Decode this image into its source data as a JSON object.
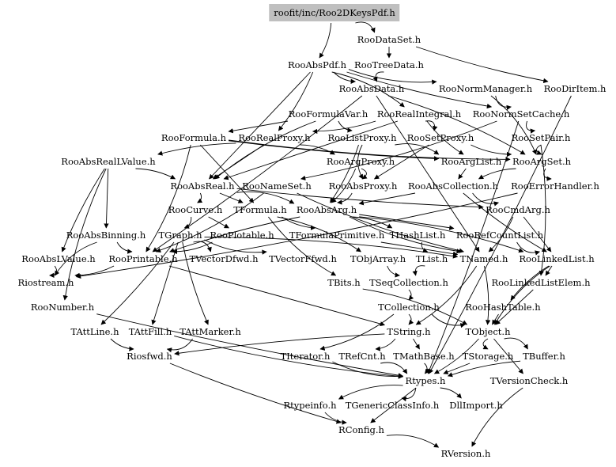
{
  "graph": {
    "root": "roofit/inc/Roo2DKeysPdf.h",
    "nodes": {
      "RooDataSet": "RooDataSet.h",
      "RooAbsPdf": "RooAbsPdf.h",
      "RooTreeData": "RooTreeData.h",
      "RooAbsData": "RooAbsData.h",
      "RooNormManager": "RooNormManager.h",
      "RooDirItem": "RooDirItem.h",
      "RooFormulaVar": "RooFormulaVar.h",
      "RooRealIntegral": "RooRealIntegral.h",
      "RooNormSetCache": "RooNormSetCache.h",
      "RooFormula": "RooFormula.h",
      "RooRealProxy": "RooRealProxy.h",
      "RooListProxy": "RooListProxy.h",
      "RooSetProxy": "RooSetProxy.h",
      "RooSetPair": "RooSetPair.h",
      "RooAbsRealLValue": "RooAbsRealLValue.h",
      "RooArgProxy": "RooArgProxy.h",
      "RooArgList": "RooArgList.h",
      "RooArgSet": "RooArgSet.h",
      "RooAbsReal": "RooAbsReal.h",
      "RooNameSet": "RooNameSet.h",
      "RooAbsProxy": "RooAbsProxy.h",
      "RooAbsCollection": "RooAbsCollection.h",
      "RooErrorHandler": "RooErrorHandler.h",
      "RooCurve": "RooCurve.h",
      "TFormula": "TFormula.h",
      "RooAbsArg": "RooAbsArg.h",
      "RooCmdArg": "RooCmdArg.h",
      "RooAbsBinning": "RooAbsBinning.h",
      "TGraph": "TGraph.h",
      "RooPlotable": "RooPlotable.h",
      "TFormulaPrimitive": "TFormulaPrimitive.h",
      "THashList": "THashList.h",
      "RooRefCountList": "RooRefCountList.h",
      "RooAbsLValue": "RooAbsLValue.h",
      "RooPrintable": "RooPrintable.h",
      "TVectorDfwd": "TVectorDfwd.h",
      "TVectorFfwd": "TVectorFfwd.h",
      "TObjArray": "TObjArray.h",
      "TList": "TList.h",
      "TNamed": "TNamed.h",
      "RooLinkedList": "RooLinkedList.h",
      "Riostream": "Riostream.h",
      "TBits": "TBits.h",
      "TSeqCollection": "TSeqCollection.h",
      "RooLinkedListElem": "RooLinkedListElem.h",
      "RooNumber": "RooNumber.h",
      "TCollection": "TCollection.h",
      "RooHashTable": "RooHashTable.h",
      "TAttLine": "TAttLine.h",
      "TAttFill": "TAttFill.h",
      "TAttMarker": "TAttMarker.h",
      "TString": "TString.h",
      "TObject": "TObject.h",
      "Riosfwd": "Riosfwd.h",
      "TIterator": "TIterator.h",
      "TRefCnt": "TRefCnt.h",
      "TMathBase": "TMathBase.h",
      "TStorage": "TStorage.h",
      "TBuffer": "TBuffer.h",
      "Rtypes": "Rtypes.h",
      "TVersionCheck": "TVersionCheck.h",
      "Rtypeinfo": "Rtypeinfo.h",
      "TGenericClassInfo": "TGenericClassInfo.h",
      "DllImport": "DllImport.h",
      "RConfig": "RConfig.h",
      "RVersion": "RVersion.h"
    },
    "edges": [
      [
        "root",
        "RooDataSet"
      ],
      [
        "root",
        "RooAbsPdf"
      ],
      [
        "RooDataSet",
        "RooTreeData"
      ],
      [
        "RooDataSet",
        "RooDirItem"
      ],
      [
        "RooTreeData",
        "RooAbsData"
      ],
      [
        "RooAbsData",
        "RooArgSet"
      ],
      [
        "RooAbsData",
        "RooPrintable"
      ],
      [
        "RooAbsData",
        "TNamed"
      ],
      [
        "RooAbsPdf",
        "RooAbsData"
      ],
      [
        "RooAbsPdf",
        "RooNormManager"
      ],
      [
        "RooAbsPdf",
        "RooRealIntegral"
      ],
      [
        "RooAbsPdf",
        "RooRealProxy"
      ],
      [
        "RooAbsPdf",
        "RooAbsReal"
      ],
      [
        "RooAbsPdf",
        "RooNormSetCache"
      ],
      [
        "RooNormManager",
        "RooNormSetCache"
      ],
      [
        "RooNormManager",
        "RooArgSet"
      ],
      [
        "RooDirItem",
        "Rtypes"
      ],
      [
        "RooFormulaVar",
        "RooFormula"
      ],
      [
        "RooFormulaVar",
        "RooListProxy"
      ],
      [
        "RooFormulaVar",
        "RooAbsReal"
      ],
      [
        "RooRealIntegral",
        "RooSetProxy"
      ],
      [
        "RooRealIntegral",
        "RooRealProxy"
      ],
      [
        "RooRealIntegral",
        "RooAbsReal"
      ],
      [
        "RooRealIntegral",
        "RooArgList"
      ],
      [
        "RooNormSetCache",
        "RooSetPair"
      ],
      [
        "RooNormSetCache",
        "RooNameSet"
      ],
      [
        "RooNormSetCache",
        "Rtypes"
      ],
      [
        "RooFormula",
        "TFormula"
      ],
      [
        "RooFormula",
        "RooArgList"
      ],
      [
        "RooFormula",
        "RooArgSet"
      ],
      [
        "RooFormula",
        "RooPrintable"
      ],
      [
        "RooRealProxy",
        "RooArgProxy"
      ],
      [
        "RooRealProxy",
        "RooAbsReal"
      ],
      [
        "RooRealProxy",
        "RooAbsRealLValue"
      ],
      [
        "RooListProxy",
        "RooAbsProxy"
      ],
      [
        "RooListProxy",
        "RooArgList"
      ],
      [
        "RooListProxy",
        "RooAbsArg"
      ],
      [
        "RooSetProxy",
        "RooAbsProxy"
      ],
      [
        "RooSetProxy",
        "RooArgSet"
      ],
      [
        "RooSetPair",
        "RooArgSet"
      ],
      [
        "RooSetPair",
        "RooLinkedListElem"
      ],
      [
        "RooAbsRealLValue",
        "RooAbsReal"
      ],
      [
        "RooAbsRealLValue",
        "RooAbsBinning"
      ],
      [
        "RooAbsRealLValue",
        "RooAbsLValue"
      ],
      [
        "RooAbsRealLValue",
        "RooNumber"
      ],
      [
        "RooArgProxy",
        "RooAbsProxy"
      ],
      [
        "RooArgProxy",
        "RooAbsArg"
      ],
      [
        "RooArgList",
        "RooAbsCollection"
      ],
      [
        "RooArgSet",
        "RooAbsCollection"
      ],
      [
        "RooArgSet",
        "RooErrorHandler"
      ],
      [
        "RooAbsReal",
        "RooAbsArg"
      ],
      [
        "RooAbsReal",
        "RooCurve"
      ],
      [
        "RooAbsReal",
        "TFormula"
      ],
      [
        "RooAbsReal",
        "RooCmdArg"
      ],
      [
        "RooNameSet",
        "TNamed"
      ],
      [
        "RooNameSet",
        "RooPrintable"
      ],
      [
        "RooAbsProxy",
        "RooAbsArg"
      ],
      [
        "RooAbsCollection",
        "RooAbsArg"
      ],
      [
        "RooAbsCollection",
        "RooLinkedList"
      ],
      [
        "RooAbsCollection",
        "RooCmdArg"
      ],
      [
        "RooErrorHandler",
        "Riostream"
      ],
      [
        "RooCurve",
        "TGraph"
      ],
      [
        "RooCurve",
        "RooPlotable"
      ],
      [
        "TFormula",
        "TFormulaPrimitive"
      ],
      [
        "TFormula",
        "TBits"
      ],
      [
        "TFormula",
        "TObjArray"
      ],
      [
        "RooAbsArg",
        "THashList"
      ],
      [
        "RooAbsArg",
        "RooRefCountList"
      ],
      [
        "RooAbsArg",
        "RooPrintable"
      ],
      [
        "RooAbsArg",
        "TNamed"
      ],
      [
        "RooAbsArg",
        "RooLinkedList"
      ],
      [
        "RooCmdArg",
        "TNamed"
      ],
      [
        "RooCmdArg",
        "RooLinkedList"
      ],
      [
        "RooAbsBinning",
        "RooPrintable"
      ],
      [
        "RooAbsBinning",
        "Riostream"
      ],
      [
        "TGraph",
        "TNamed"
      ],
      [
        "TGraph",
        "TAttLine"
      ],
      [
        "TGraph",
        "TAttFill"
      ],
      [
        "TGraph",
        "TAttMarker"
      ],
      [
        "TGraph",
        "TVectorFfwd"
      ],
      [
        "TGraph",
        "TVectorDfwd"
      ],
      [
        "RooPlotable",
        "RooPrintable"
      ],
      [
        "TFormulaPrimitive",
        "TNamed"
      ],
      [
        "THashList",
        "TList"
      ],
      [
        "RooRefCountList",
        "RooLinkedList"
      ],
      [
        "RooAbsLValue",
        "Riostream"
      ],
      [
        "RooPrintable",
        "Riostream"
      ],
      [
        "RooPrintable",
        "TString"
      ],
      [
        "TObjArray",
        "TSeqCollection"
      ],
      [
        "TList",
        "TSeqCollection"
      ],
      [
        "TNamed",
        "TString"
      ],
      [
        "TNamed",
        "TObject"
      ],
      [
        "RooLinkedList",
        "RooLinkedListElem"
      ],
      [
        "RooLinkedList",
        "RooHashTable"
      ],
      [
        "RooLinkedList",
        "TObject"
      ],
      [
        "TBits",
        "TObject"
      ],
      [
        "TSeqCollection",
        "TCollection"
      ],
      [
        "RooLinkedListElem",
        "TObject"
      ],
      [
        "RooNumber",
        "Rtypes"
      ],
      [
        "TCollection",
        "TObject"
      ],
      [
        "TCollection",
        "TIterator"
      ],
      [
        "TCollection",
        "TString"
      ],
      [
        "RooHashTable",
        "TObject"
      ],
      [
        "TAttLine",
        "Riosfwd"
      ],
      [
        "TAttFill",
        "Rtypes"
      ],
      [
        "TAttMarker",
        "Riosfwd"
      ],
      [
        "TString",
        "TRefCnt"
      ],
      [
        "TString",
        "TMathBase"
      ],
      [
        "TString",
        "Riosfwd"
      ],
      [
        "TObject",
        "TStorage"
      ],
      [
        "TObject",
        "TBuffer"
      ],
      [
        "TObject",
        "Rtypes"
      ],
      [
        "TObject",
        "TVersionCheck"
      ],
      [
        "Riosfwd",
        "RConfig"
      ],
      [
        "TIterator",
        "Rtypes"
      ],
      [
        "TRefCnt",
        "Rtypes"
      ],
      [
        "TMathBase",
        "Rtypes"
      ],
      [
        "TStorage",
        "Rtypes"
      ],
      [
        "TBuffer",
        "Rtypes"
      ],
      [
        "Rtypes",
        "Rtypeinfo"
      ],
      [
        "Rtypes",
        "TGenericClassInfo"
      ],
      [
        "Rtypes",
        "DllImport"
      ],
      [
        "Rtypes",
        "RConfig"
      ],
      [
        "Rtypeinfo",
        "RConfig"
      ],
      [
        "TVersionCheck",
        "RVersion"
      ],
      [
        "RConfig",
        "RVersion"
      ]
    ]
  }
}
